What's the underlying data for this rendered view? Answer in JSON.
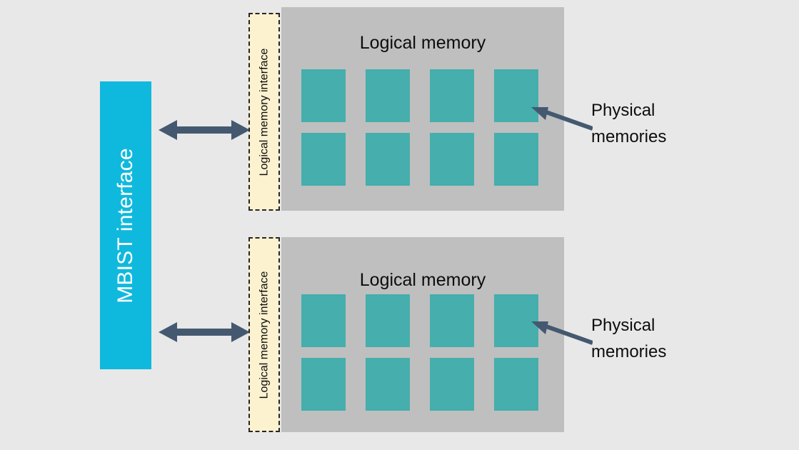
{
  "diagram": {
    "title": "MBIST logical/physical memory architecture",
    "background_color": "#e8e8e8"
  },
  "mbist": {
    "label": "MBIST interface",
    "color": "#0fb9dd",
    "text_color": "#ffffff"
  },
  "connectors": {
    "arrow_color": "#44596f",
    "top_arrow_name": "bidirectional-arrow",
    "bottom_arrow_name": "bidirectional-arrow"
  },
  "interfaces": [
    {
      "label": "Logical memory interface",
      "fill": "#fdf2d0",
      "border": "#262626"
    },
    {
      "label": "Logical memory interface",
      "fill": "#fdf2d0",
      "border": "#262626"
    }
  ],
  "memory_blocks": [
    {
      "title": "Logical memory",
      "fill": "#bfbfbf",
      "square_color": "#46aeac",
      "rows": 2,
      "columns": 4,
      "square_count": 8
    },
    {
      "title": "Logical memory",
      "fill": "#bfbfbf",
      "square_color": "#46aeac",
      "rows": 2,
      "columns": 4,
      "square_count": 8
    }
  ],
  "callouts": [
    {
      "line1": "Physical",
      "line2": "memories"
    },
    {
      "line1": "Physical",
      "line2": "memories"
    }
  ]
}
